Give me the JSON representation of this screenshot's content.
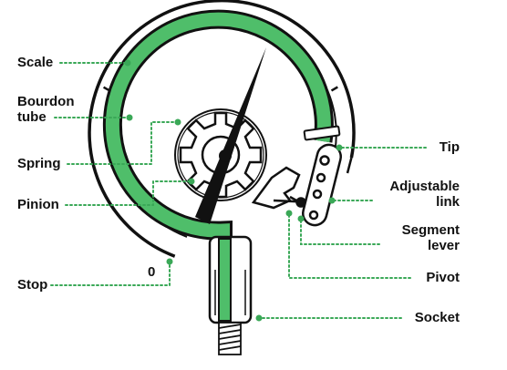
{
  "labels": {
    "scale": "Scale",
    "bourdon_line1": "Bourdon",
    "bourdon_line2": "tube",
    "spring": "Spring",
    "pinion": "Pinion",
    "stop": "Stop",
    "tip": "Tip",
    "adjustable_line1": "Adjustable",
    "adjustable_line2": "link",
    "segment_line1": "Segment",
    "segment_line2": "lever",
    "pivot": "Pivot",
    "socket": "Socket"
  },
  "scale_zero": "0",
  "colors": {
    "tube_green": "#4fbe6a",
    "leader_green": "#3aa857",
    "ink": "#111111"
  }
}
